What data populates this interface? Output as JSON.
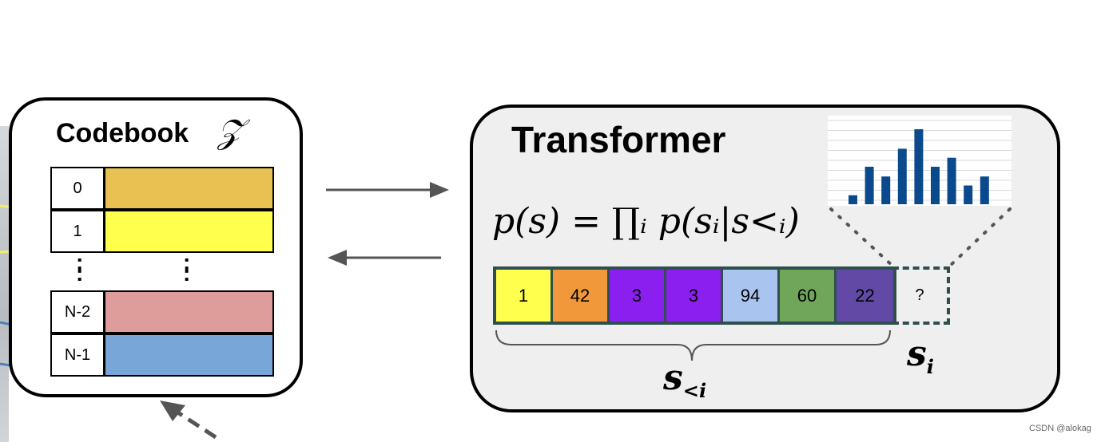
{
  "codebook": {
    "title": "Codebook",
    "symbol": "𝒵",
    "rows": [
      {
        "index": "0",
        "color": "#e8c152"
      },
      {
        "index": "1",
        "color": "#ffff4d"
      },
      {
        "index": "N-2",
        "color": "#de9c9b"
      },
      {
        "index": "N-1",
        "color": "#79a6d8"
      }
    ],
    "ellipsis": ":"
  },
  "transformer": {
    "title": "Transformer",
    "formula": "p(s) = ∏ᵢ p(sᵢ|s<ᵢ)",
    "tokens": [
      {
        "value": "1",
        "color": "#ffff4d"
      },
      {
        "value": "42",
        "color": "#f1993a"
      },
      {
        "value": "3",
        "color": "#8b1ff0"
      },
      {
        "value": "3",
        "color": "#8b1ff0"
      },
      {
        "value": "94",
        "color": "#a9c4ef"
      },
      {
        "value": "60",
        "color": "#6fa65a"
      },
      {
        "value": "22",
        "color": "#6249a6"
      }
    ],
    "next_token": "?",
    "label_prev": "s",
    "label_prev_sub": "<i",
    "label_next": "s",
    "label_next_sub": "i",
    "histogram": {
      "values": [
        0.12,
        0.5,
        0.37,
        0.74,
        1.0,
        0.5,
        0.62,
        0.25,
        0.37
      ],
      "color": "#0a4a8c"
    }
  },
  "watermark": "CSDN @alokag"
}
